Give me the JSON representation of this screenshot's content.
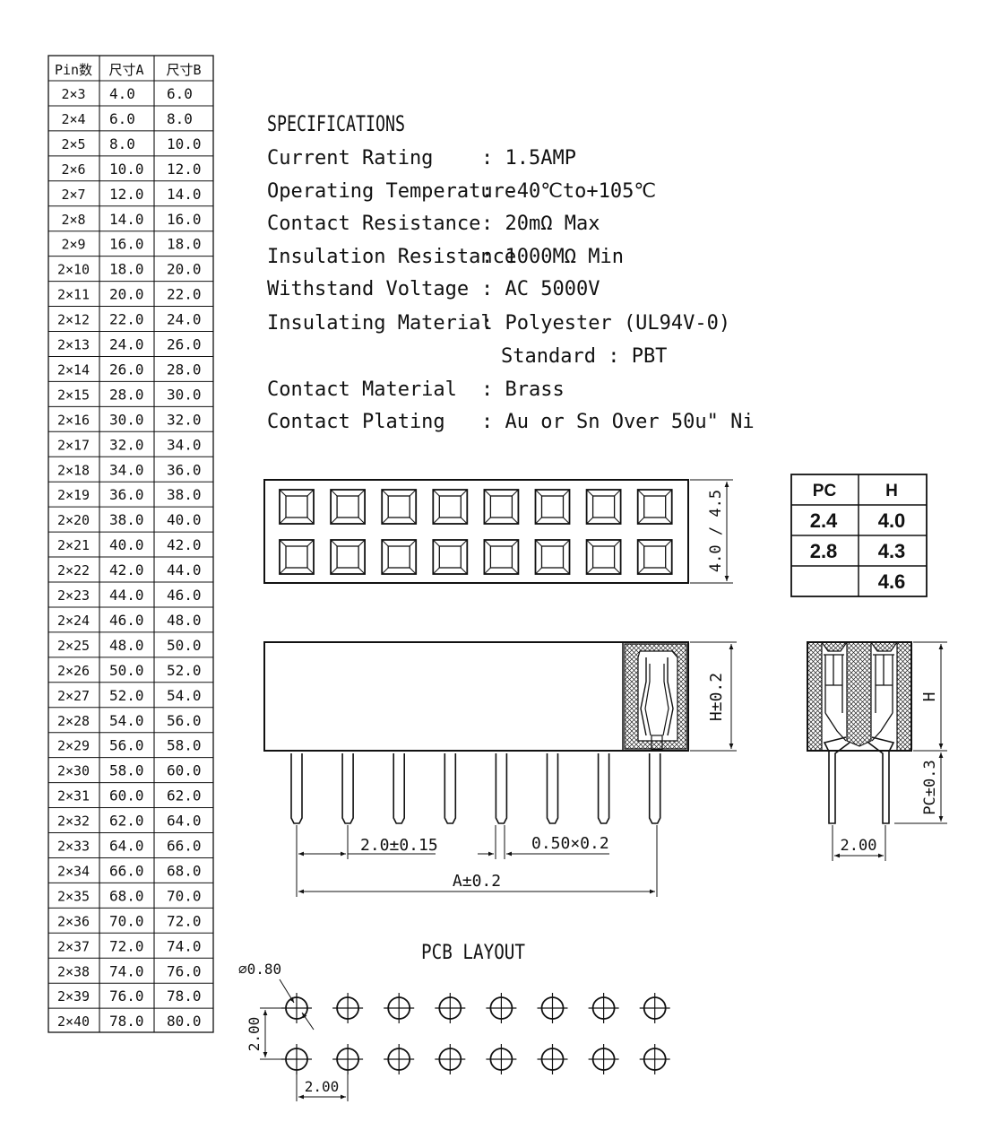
{
  "pin_table": {
    "headers": [
      "Pin数",
      "尺寸A",
      "尺寸B"
    ],
    "rows": [
      [
        "2×3",
        "4.0",
        "6.0"
      ],
      [
        "2×4",
        "6.0",
        "8.0"
      ],
      [
        "2×5",
        "8.0",
        "10.0"
      ],
      [
        "2×6",
        "10.0",
        "12.0"
      ],
      [
        "2×7",
        "12.0",
        "14.0"
      ],
      [
        "2×8",
        "14.0",
        "16.0"
      ],
      [
        "2×9",
        "16.0",
        "18.0"
      ],
      [
        "2×10",
        "18.0",
        "20.0"
      ],
      [
        "2×11",
        "20.0",
        "22.0"
      ],
      [
        "2×12",
        "22.0",
        "24.0"
      ],
      [
        "2×13",
        "24.0",
        "26.0"
      ],
      [
        "2×14",
        "26.0",
        "28.0"
      ],
      [
        "2×15",
        "28.0",
        "30.0"
      ],
      [
        "2×16",
        "30.0",
        "32.0"
      ],
      [
        "2×17",
        "32.0",
        "34.0"
      ],
      [
        "2×18",
        "34.0",
        "36.0"
      ],
      [
        "2×19",
        "36.0",
        "38.0"
      ],
      [
        "2×20",
        "38.0",
        "40.0"
      ],
      [
        "2×21",
        "40.0",
        "42.0"
      ],
      [
        "2×22",
        "42.0",
        "44.0"
      ],
      [
        "2×23",
        "44.0",
        "46.0"
      ],
      [
        "2×24",
        "46.0",
        "48.0"
      ],
      [
        "2×25",
        "48.0",
        "50.0"
      ],
      [
        "2×26",
        "50.0",
        "52.0"
      ],
      [
        "2×27",
        "52.0",
        "54.0"
      ],
      [
        "2×28",
        "54.0",
        "56.0"
      ],
      [
        "2×29",
        "56.0",
        "58.0"
      ],
      [
        "2×30",
        "58.0",
        "60.0"
      ],
      [
        "2×31",
        "60.0",
        "62.0"
      ],
      [
        "2×32",
        "62.0",
        "64.0"
      ],
      [
        "2×33",
        "64.0",
        "66.0"
      ],
      [
        "2×34",
        "66.0",
        "68.0"
      ],
      [
        "2×35",
        "68.0",
        "70.0"
      ],
      [
        "2×36",
        "70.0",
        "72.0"
      ],
      [
        "2×37",
        "72.0",
        "74.0"
      ],
      [
        "2×38",
        "74.0",
        "76.0"
      ],
      [
        "2×39",
        "76.0",
        "78.0"
      ],
      [
        "2×40",
        "78.0",
        "80.0"
      ]
    ]
  },
  "specs": {
    "title": "SPECIFICATIONS",
    "items": [
      {
        "label": "Current Rating",
        "value": ": 1.5AMP"
      },
      {
        "label": "Operating Temperature",
        "value": ": -40℃to+105℃"
      },
      {
        "label": "Contact Resistance",
        "value": ": 20mΩ Max"
      },
      {
        "label": "Insulation Resistance",
        "value": ": 1000MΩ Min"
      },
      {
        "label": "Withstand Voltage",
        "value": ": AC 5000V"
      },
      {
        "label": "Insulating Material",
        "value": ": Polyester (UL94V-0)"
      },
      {
        "label": "",
        "value": "Standard : PBT"
      },
      {
        "label": "Contact Material",
        "value": ": Brass"
      },
      {
        "label": "Contact Plating",
        "value": ": Au or Sn Over 50u\" Ni"
      }
    ]
  },
  "pc_table": {
    "headers": [
      "PC",
      "H"
    ],
    "rows": [
      [
        "2.4",
        "4.0"
      ],
      [
        "2.8",
        "4.3"
      ],
      [
        "",
        "4.6"
      ]
    ]
  },
  "dimensions": {
    "top_height": "4.0 / 4.5",
    "side_height": "H±0.2",
    "pitch": "2.0±0.15",
    "pin_size": "0.50×0.2",
    "total_a": "A±0.2",
    "end_h": "H",
    "end_pc": "PC±0.3",
    "end_pitch": "2.00"
  },
  "pcb": {
    "title": "PCB LAYOUT",
    "hole_dia": "⌀0.80",
    "row_pitch": "2.00",
    "col_pitch": "2.00"
  }
}
